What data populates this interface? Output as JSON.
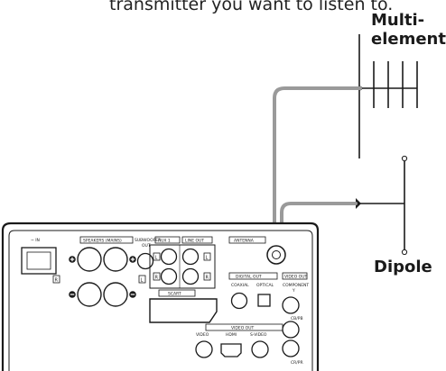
{
  "intro_text": "transmitter you want to listen to.",
  "antennas": {
    "multi_element_label_line1": "Multi-",
    "multi_element_label_line2": "element",
    "dipole_label": "Dipole"
  },
  "panel": {
    "ac_in": "~ IN",
    "speakers": "SPEAKERS (MAINS)",
    "subwoofer_out_line1": "SUBWOOFER",
    "subwoofer_out_line2": "OUT",
    "aux": "AUX 1",
    "line_out": "LINE OUT",
    "antenna": "ANTENNA",
    "digital_out": "DIGITAL OUT",
    "coaxial": "COAXIAL",
    "optical": "OPTICAL",
    "video_out_top": "VIDEO OUT",
    "component": "COMPONENT",
    "y": "Y",
    "cb_pb": "CB/PB",
    "cr_pr": "CR/PR",
    "scart": "SCART",
    "video_out": "VIDEO OUT",
    "video": "VIDEO",
    "hdmi": "HDMI",
    "s_video": "S-VIDEO",
    "L": "L",
    "R": "R"
  },
  "colors": {
    "cable": "#9a9a9a",
    "stroke": "#1a1a1a"
  }
}
